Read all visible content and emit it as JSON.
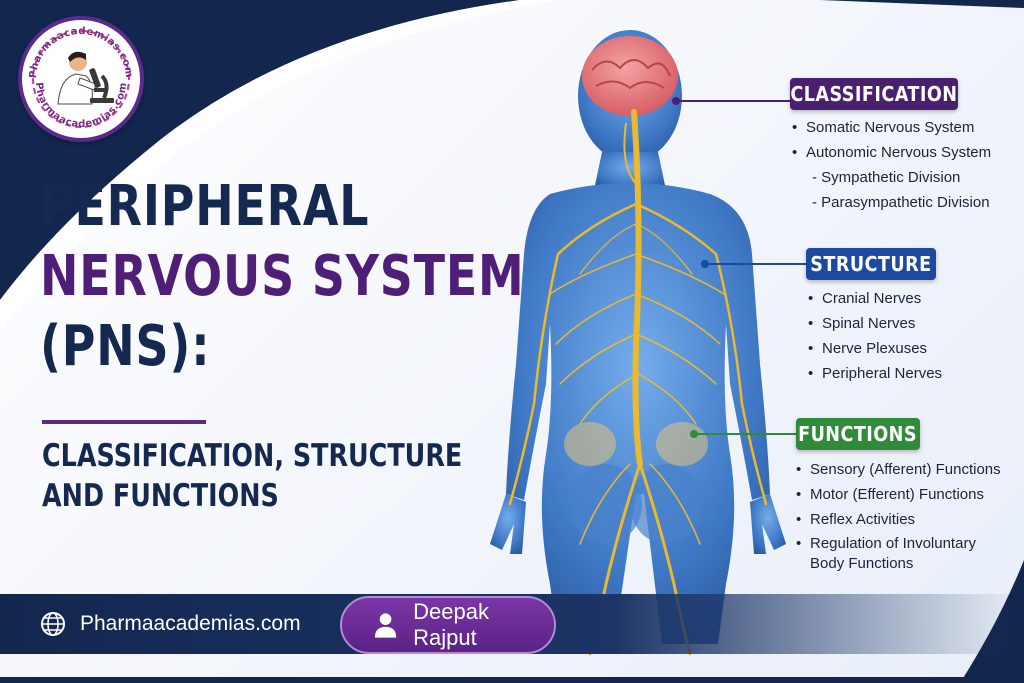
{
  "logo": {
    "top_text": "Pharmaacademias.com",
    "bottom_text": "Pharmaacademias.com"
  },
  "title": {
    "line1": "PERIPHERAL",
    "line2": "NERVOUS SYSTEM",
    "line3": "(PNS):",
    "subtitle_line1": "CLASSIFICATION, STRUCTURE",
    "subtitle_line2": "AND FUNCTIONS"
  },
  "sections": {
    "classification": {
      "label": "CLASSIFICATION",
      "items": [
        "Somatic Nervous System",
        "Autonomic Nervous System",
        "- Sympathetic Division",
        "- Parasympathetic Division"
      ]
    },
    "structure": {
      "label": "STRUCTURE",
      "items": [
        "Cranial Nerves",
        "Spinal Nerves",
        "Nerve Plexuses",
        "Peripheral Nerves"
      ]
    },
    "functions": {
      "label": "FUNCTIONS",
      "items": [
        "Sensory (Afferent) Functions",
        "Motor (Efferent) Functions",
        "Reflex Activities",
        "Regulation of Involuntary",
        "Body Functions"
      ]
    }
  },
  "footer": {
    "website": "Pharmaacademias.com",
    "author": "Deepak Rajput"
  },
  "colors": {
    "navy": "#15284f",
    "purple": "#4f1f77",
    "blue_label": "#1c4aa0",
    "green_label": "#2f8a3a",
    "nerve_yellow": "#e9b92f",
    "body_blue": "#3f7fd1"
  },
  "icons": {
    "website": "globe-icon",
    "author": "user-icon",
    "logo": "scientist-microscope-icon"
  }
}
